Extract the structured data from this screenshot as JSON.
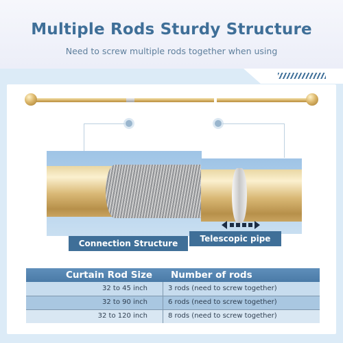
{
  "header": {
    "title": "Multiple Rods Sturdy Structure",
    "subtitle": "Need to screw multiple rods together when using"
  },
  "colors": {
    "accent": "#3f6f98",
    "panel": "#dcebf7",
    "gold": "#d8b46a"
  },
  "labels": {
    "connection": "Connection Structure",
    "telescopic": "Telescopic pipe"
  },
  "table": {
    "headers": [
      "Curtain Rod Size",
      "Number of rods"
    ],
    "rows": [
      {
        "size": "32 to 45  inch",
        "rods": "3  rods (need to screw together)"
      },
      {
        "size": "32 to 90  inch",
        "rods": "6  rods (need to screw together)"
      },
      {
        "size": "32 to 120  inch",
        "rods": "8  rods (need to screw together)"
      }
    ]
  }
}
